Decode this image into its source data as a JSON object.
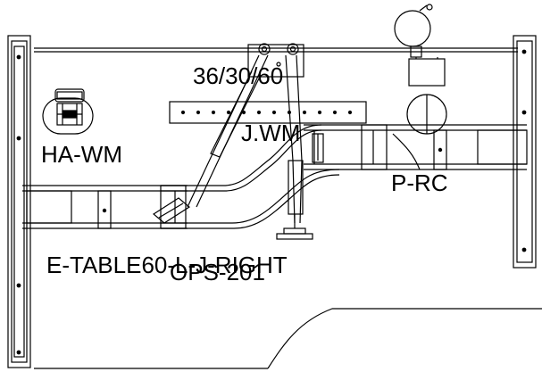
{
  "labels": {
    "config": "36/30/60",
    "jwm": "J.WM",
    "hawm": "HA-WM",
    "prc": "P-RC",
    "etable": "E-TABLE60-L-J-RIGHT",
    "ops": "OPS-201"
  }
}
